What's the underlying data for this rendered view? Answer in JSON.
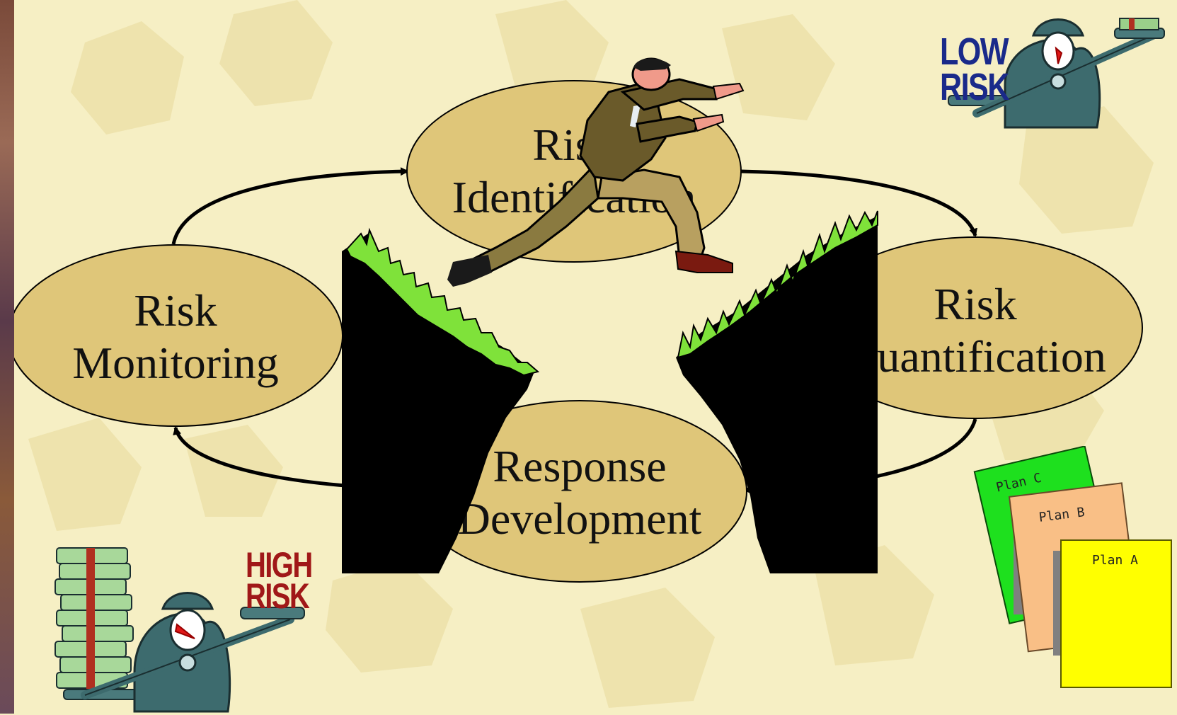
{
  "nodes": {
    "identification": {
      "line1": "Risk",
      "line2": "Identification"
    },
    "quantification": {
      "line1": "Risk",
      "line2": "Quantification"
    },
    "response": {
      "line1": "Response",
      "line2": "Development"
    },
    "monitoring": {
      "line1": "Risk",
      "line2": "Monitoring"
    }
  },
  "scales": {
    "low": {
      "line1": "LOW",
      "line2": "RISK",
      "color": "#1a2a8a"
    },
    "high": {
      "line1": "HIGH",
      "line2": "RISK",
      "color": "#a01818"
    }
  },
  "plans": {
    "a": "Plan A",
    "b": "Plan B",
    "c": "Plan C"
  },
  "colors": {
    "background": "#f6efc4",
    "ellipse_fill": "#dfc679",
    "cliff": "#000000",
    "grass": "#7fe23a",
    "scale_body": "#3d6b6e",
    "plan_a": "#ffff00",
    "plan_b": "#f9bf86",
    "plan_c": "#1ee01e"
  },
  "icons": [
    "gear-pattern",
    "cliff-jump-figure",
    "scale-low-risk",
    "scale-high-risk",
    "money-stack",
    "plan-cards"
  ]
}
